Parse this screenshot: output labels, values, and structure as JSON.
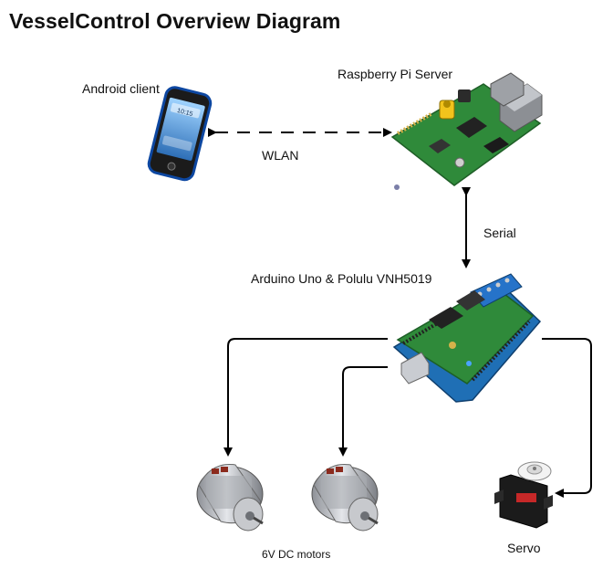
{
  "title": "VesselControl Overview Diagram",
  "nodes": {
    "android": {
      "label": "Android client",
      "screen_time": "10:15"
    },
    "raspberry": {
      "label": "Raspberry Pi Server"
    },
    "arduino": {
      "label": "Arduino Uno & Polulu VNH5019"
    },
    "motors": {
      "label": "6V DC motors"
    },
    "servo": {
      "label": "Servo"
    }
  },
  "edges": {
    "wlan": {
      "label": "WLAN",
      "style": "dashed",
      "direction": "both"
    },
    "serial": {
      "label": "Serial",
      "style": "solid",
      "direction": "both"
    }
  },
  "colors": {
    "arrow": "#000000",
    "pcb_green": "#2f8a3a",
    "arduino_blue": "#1f6fb5",
    "phone_blue": "#1565c0",
    "motor_metal": "#b9bcc2"
  }
}
